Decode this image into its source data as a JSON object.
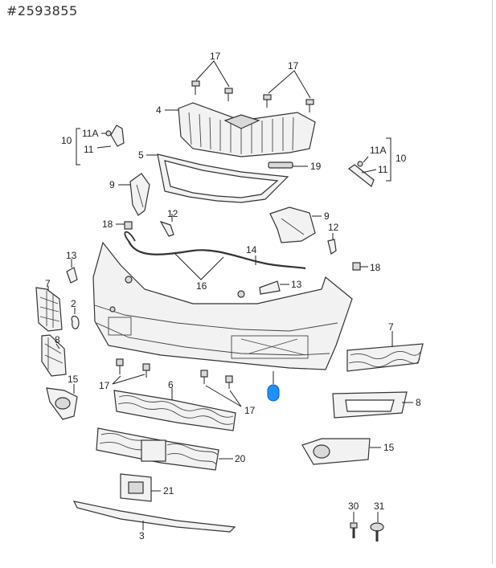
{
  "header": {
    "reference_id": "#2593855"
  },
  "callouts": {
    "c2": "2",
    "c3": "3",
    "c4": "4",
    "c5": "5",
    "c6": "6",
    "c7a": "7",
    "c7b": "7",
    "c8a": "8",
    "c8b": "8",
    "c9a": "9",
    "c9b": "9",
    "c10a": "10",
    "c10b": "10",
    "c11a": "11",
    "c11b": "11",
    "c11Aa": "11A",
    "c11Ab": "11A",
    "c12a": "12",
    "c12b": "12",
    "c13a": "13",
    "c13b": "13",
    "c14": "14",
    "c15a": "15",
    "c15b": "15",
    "c16": "16",
    "c17a": "17",
    "c17b": "17",
    "c17c": "17",
    "c17d": "17",
    "c18a": "18",
    "c18b": "18",
    "c19": "19",
    "c20": "20",
    "c21": "21",
    "c30": "30",
    "c31": "31"
  },
  "colors": {
    "marker": "#1e90ff",
    "line": "#333333",
    "part_fill": "#f2f2f2"
  }
}
